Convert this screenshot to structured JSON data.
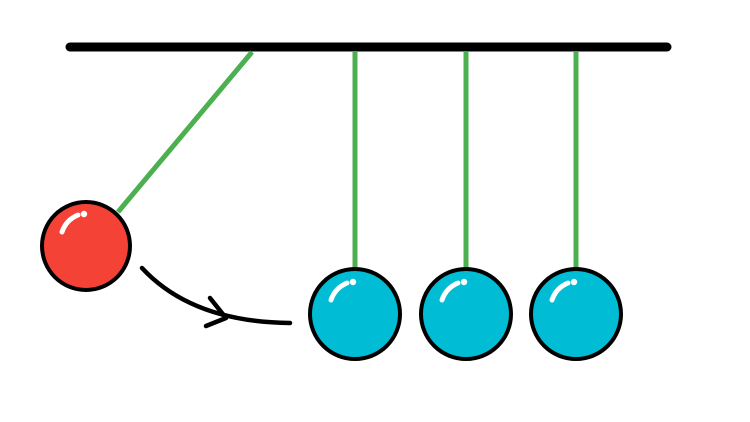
{
  "colors": {
    "background": "#ffffff",
    "bar": "#000000",
    "string": "#4caf50",
    "ball_outline": "#000000",
    "swinging_ball": "#f44336",
    "resting_ball": "#00bcd4",
    "highlight": "#ffffff",
    "motion_arrow": "#000000"
  },
  "diagram": {
    "subject": "newtons-cradle",
    "swinging_balls": 1,
    "resting_balls": 3,
    "arrow_direction": "right"
  }
}
